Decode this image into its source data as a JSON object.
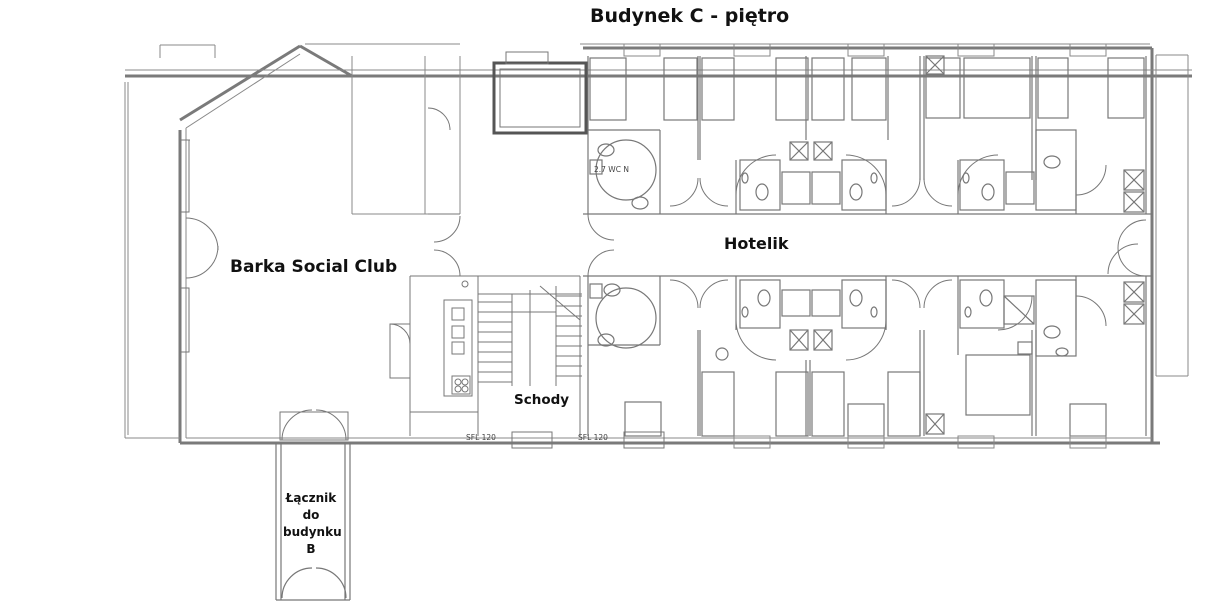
{
  "title": "Budynek C - piętro",
  "rooms": {
    "barka": "Barka Social Club",
    "hotelik": "Hotelik",
    "schody": "Schody",
    "lacznik": "Łącznik do budynku B"
  },
  "small_labels": {
    "wc": "2.7 WC  N",
    "sfl_1": "SFL 120",
    "sfl_2": "SFL 120"
  },
  "colors": {
    "wall": "#7a7a7a",
    "line": "#666666",
    "text": "#111111"
  }
}
